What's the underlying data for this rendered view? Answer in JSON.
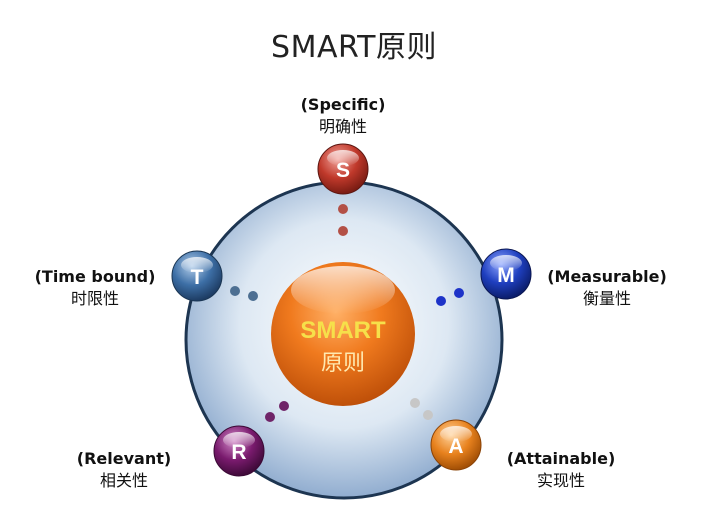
{
  "title": "SMART原则",
  "center": {
    "line1": "SMART",
    "line2": "原则"
  },
  "nodes": [
    {
      "key": "S",
      "letter": "S",
      "en": "(Specific)",
      "zh": "明确性",
      "color": "#c0392b"
    },
    {
      "key": "M",
      "letter": "M",
      "en": "(Measurable)",
      "zh": "衡量性",
      "color": "#1f3fbf"
    },
    {
      "key": "A",
      "letter": "A",
      "en": "(Attainable)",
      "zh": "实现性",
      "color": "#e8821e"
    },
    {
      "key": "R",
      "letter": "R",
      "en": "(Relevant)",
      "zh": "相关性",
      "color": "#7a1b6e"
    },
    {
      "key": "T",
      "letter": "T",
      "en": "(Time bound)",
      "zh": "时限性",
      "color": "#3d6fa6"
    }
  ]
}
